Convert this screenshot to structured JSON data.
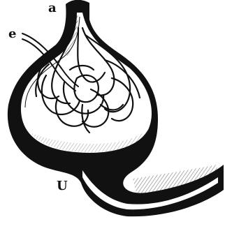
{
  "labels": {
    "a": "a",
    "e": "e",
    "u": "U"
  },
  "colors": {
    "ink": "#111111",
    "paper": "#ffffff"
  }
}
